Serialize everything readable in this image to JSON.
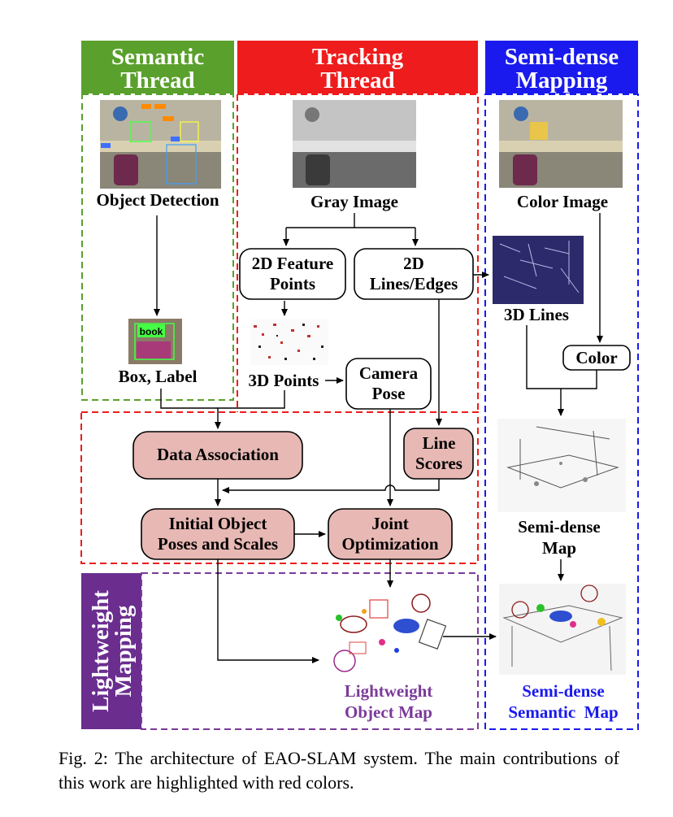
{
  "headers": {
    "semantic": [
      "Semantic",
      "Thread"
    ],
    "tracking": [
      "Tracking",
      "Thread"
    ],
    "mapping": [
      "Semi-dense",
      "Mapping"
    ],
    "lightweight": [
      "Lightweight",
      "Mapping"
    ]
  },
  "labels": {
    "object_detection": "Object Detection",
    "box_label": "Box, Label",
    "book_tag": "book",
    "gray_image": "Gray Image",
    "feature_points": [
      "2D Feature",
      "Points"
    ],
    "lines_edges": [
      "2D",
      "Lines/Edges"
    ],
    "points_3d": "3D Points",
    "camera_pose": [
      "Camera",
      "Pose"
    ],
    "color_image": "Color Image",
    "lines_3d": "3D Lines",
    "color": "Color",
    "semi_dense_map": [
      "Semi-dense",
      "Map"
    ],
    "data_association": "Data Association",
    "line_scores": [
      "Line",
      "Scores"
    ],
    "initial_object": [
      "Initial Object",
      "Poses and Scales"
    ],
    "joint_opt": [
      "Joint",
      "Optimization"
    ],
    "lw_object_map": [
      "Lightweight",
      "Object Map"
    ],
    "semantic_map": [
      "Semi-dense",
      "Semantic  Map"
    ]
  },
  "caption": "Fig. 2: The architecture of EAO-SLAM system. The main contributions of this work are highlighted with red colors.",
  "colors": {
    "semantic": "#5aa02c",
    "tracking": "#ee1c1c",
    "mapping": "#1a1aee",
    "lightweight": "#6b2e8f",
    "highlight_box": "#e7b8b4",
    "purple_text": "#7b3a9a",
    "blue_text": "#1a1aee"
  }
}
